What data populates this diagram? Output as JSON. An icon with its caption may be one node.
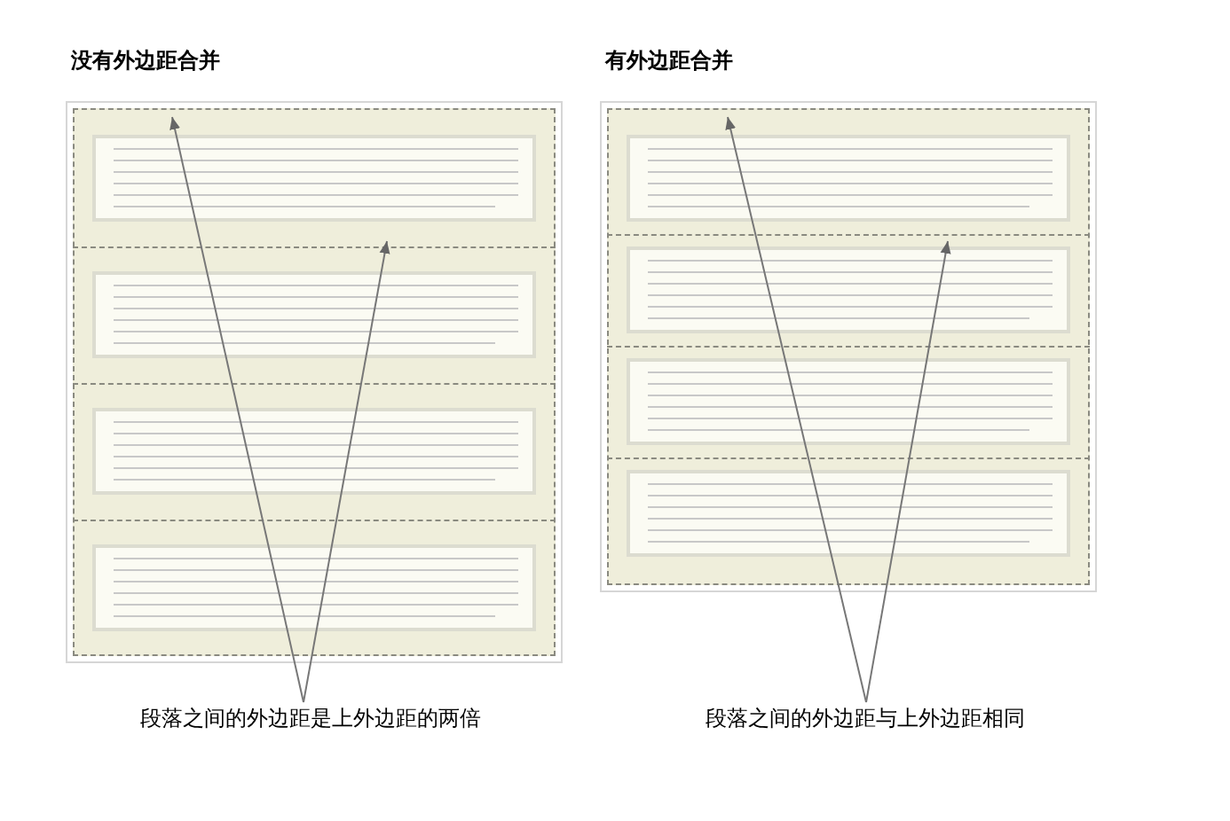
{
  "diagram": {
    "nodes": [
      {
        "text": [
          "没有外边距合并"
        ]
      },
      {
        "text": [],
        "shape": "box",
        "in": 0
      },
      {
        "text": [],
        "shape": "box",
        "in": 0
      },
      {
        "text": [],
        "shape": "box",
        "in": 0
      },
      {
        "text": [],
        "shape": "box",
        "in": 0
      },
      {
        "text": [
          "有外边距合并"
        ]
      },
      {
        "text": [],
        "shape": "box",
        "in": 5
      },
      {
        "text": [],
        "shape": "box",
        "in": 5
      },
      {
        "text": [],
        "shape": "box",
        "in": 5
      },
      {
        "text": [],
        "shape": "box",
        "in": 5
      },
      {
        "text": [
          "段落之间的外边距是上外边距的两倍"
        ]
      },
      {
        "text": [
          "段落之间的外边距与上外边距相同"
        ]
      }
    ],
    "edges": [
      {
        "from": 10,
        "to": 1,
        "arrow": "to"
      },
      {
        "from": 10,
        "to": 1,
        "arrow": "to"
      },
      {
        "from": 11,
        "to": 6,
        "arrow": "to"
      },
      {
        "from": 11,
        "to": 6,
        "arrow": "to"
      }
    ]
  }
}
